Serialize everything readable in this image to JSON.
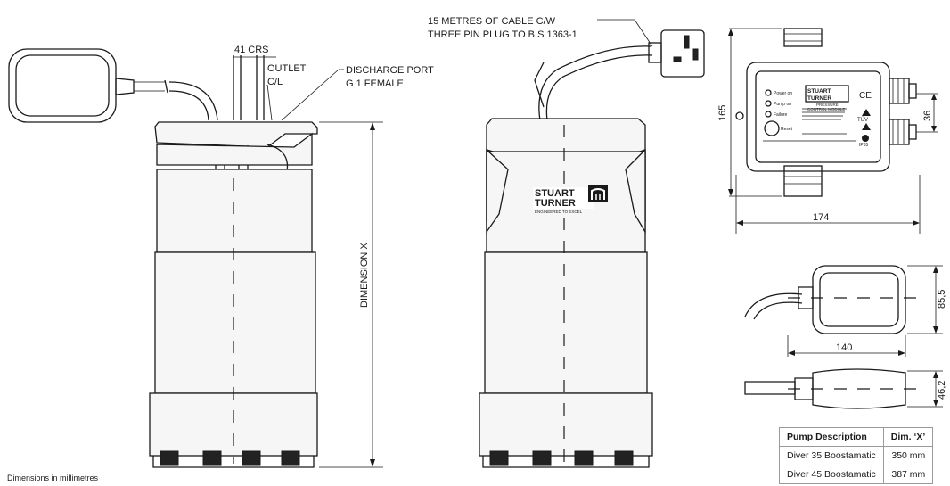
{
  "labels": {
    "crs": "41 CRS",
    "outlet_line1": "OUTLET",
    "outlet_line2": "C/L",
    "discharge_line1": "DISCHARGE PORT",
    "discharge_line2": "G 1  FEMALE",
    "cable_line1": "15 METRES OF CABLE C/W",
    "cable_line2": "THREE PIN PLUG TO B.S 1363-1",
    "dimension_x": "DIMENSION X"
  },
  "brand": {
    "line1": "STUART",
    "line2": "TURNER",
    "tagline": "ENGINEERED TO EXCEL"
  },
  "control_module": {
    "leds": [
      "Power on",
      "Pump on",
      "Failure"
    ],
    "reset": "Reset",
    "title1": "PRESSURE",
    "title2": "CONTROL MODULE",
    "ce": "CE",
    "tuv": "TÜV",
    "ip": "IP65"
  },
  "dimensions": {
    "module_width": "174",
    "module_height": "165",
    "module_side": "36",
    "float_height": "85,5",
    "float_width": "140",
    "float_thickness": "46,2"
  },
  "table": {
    "headers": [
      "Pump Description",
      "Dim. ‘X’"
    ],
    "rows": [
      {
        "description": "Diver 35 Boostamatic",
        "dim": "350 mm"
      },
      {
        "description": "Diver 45 Boostamatic",
        "dim": "387 mm"
      }
    ]
  },
  "footnote": "Dimensions in millimetres"
}
